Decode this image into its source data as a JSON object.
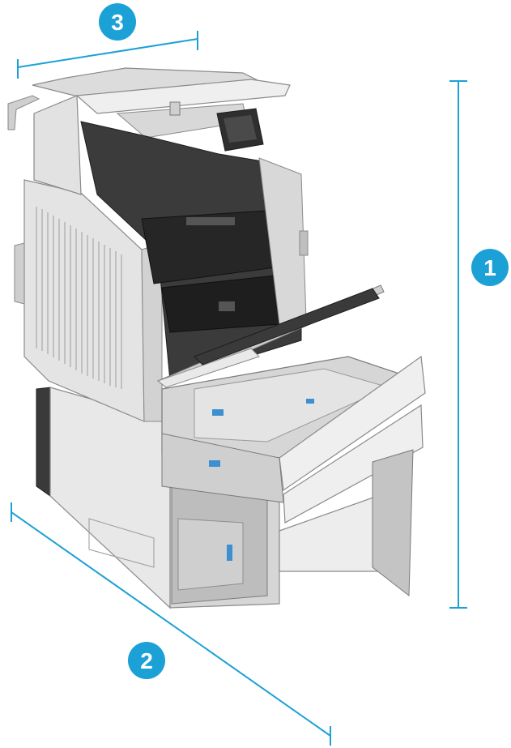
{
  "figure": {
    "subject": "printer-with-open-doors-and-trays",
    "colors": {
      "dimension_line": "#1ba1d6",
      "callout_fill": "#1ba1d6",
      "callout_text": "#ffffff",
      "body_light": "#e6e6e6",
      "body_mid": "#c9c9c9",
      "body_dark": "#2b2b2b",
      "accent_blue": "#3d8fd0"
    }
  },
  "callouts": [
    {
      "label": "1",
      "dimension": "height"
    },
    {
      "label": "2",
      "dimension": "depth"
    },
    {
      "label": "3",
      "dimension": "width"
    }
  ]
}
